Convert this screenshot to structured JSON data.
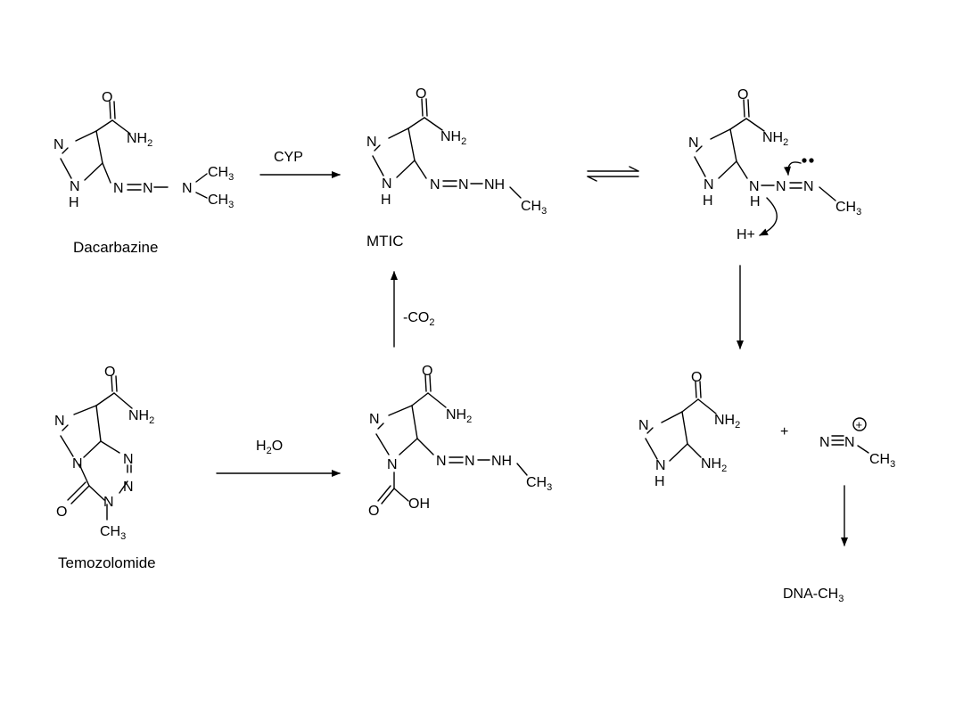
{
  "labels": {
    "dacarbazine": "Dacarbazine",
    "mtic": "MTIC",
    "temozolomide": "Temozolomide",
    "cyp": "CYP",
    "co2": "-CO",
    "co2_sub": "2",
    "h2o_h": "H",
    "h2o_sub": "2",
    "h2o_o": "O",
    "plus": "+",
    "h_plus": "H+",
    "dna": "DNA-CH",
    "dna_sub": "3"
  },
  "atoms": {
    "O": "O",
    "N": "N",
    "H": "H",
    "NH": "NH",
    "NH2": "NH",
    "CH3": "CH",
    "OH": "OH",
    "sub2": "2",
    "sub3": "3",
    "plus_circle": "+"
  },
  "colors": {
    "ink": "#000000",
    "background": "#ffffff"
  }
}
